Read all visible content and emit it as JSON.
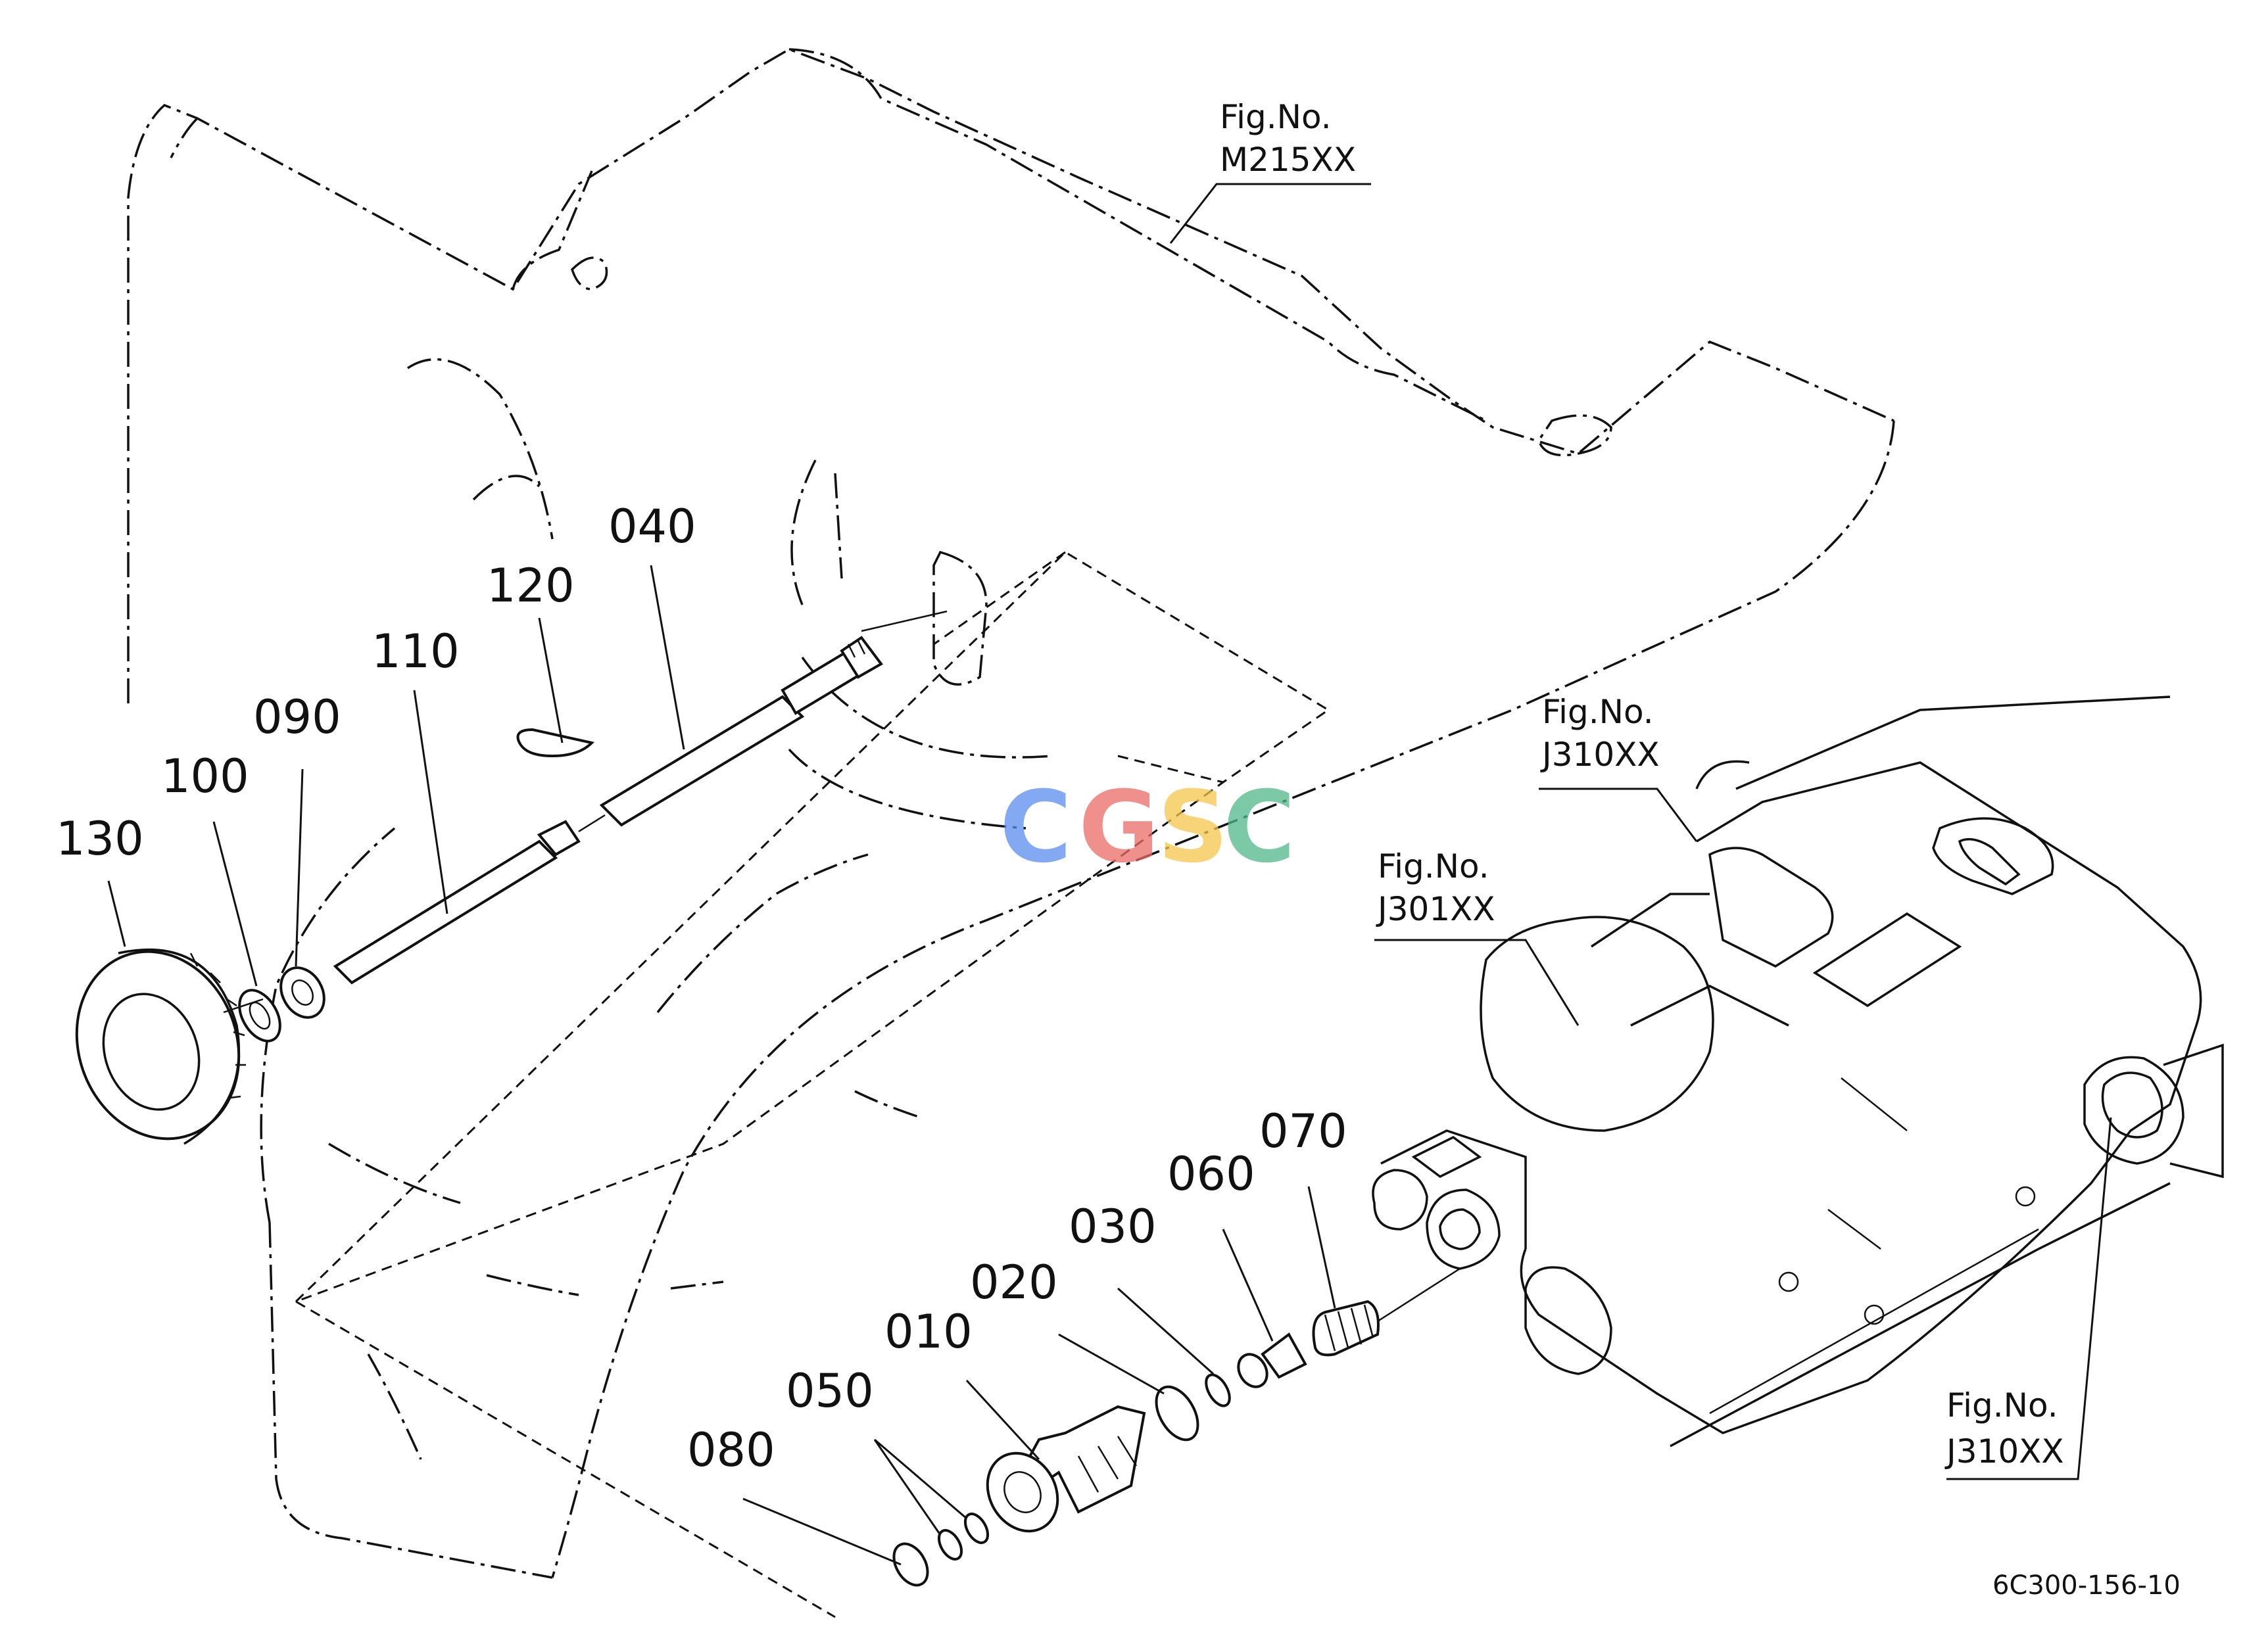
{
  "parts": [
    {
      "id": "040",
      "label": "040"
    },
    {
      "id": "120",
      "label": "120"
    },
    {
      "id": "110",
      "label": "110"
    },
    {
      "id": "090",
      "label": "090"
    },
    {
      "id": "100",
      "label": "100"
    },
    {
      "id": "130",
      "label": "130"
    },
    {
      "id": "070",
      "label": "070"
    },
    {
      "id": "060",
      "label": "060"
    },
    {
      "id": "030",
      "label": "030"
    },
    {
      "id": "020",
      "label": "020"
    },
    {
      "id": "010",
      "label": "010"
    },
    {
      "id": "050",
      "label": "050"
    },
    {
      "id": "080",
      "label": "080"
    }
  ],
  "figure_refs": [
    {
      "prefix": "Fig.No.",
      "code": "M215XX"
    },
    {
      "prefix": "Fig.No.",
      "code": "J310XX"
    },
    {
      "prefix": "Fig.No.",
      "code": "J301XX"
    },
    {
      "prefix": "Fig.No.",
      "code": "J310XX"
    }
  ],
  "watermark": {
    "letters": [
      "C",
      "G",
      "S",
      "C"
    ],
    "colors": [
      "#5b8def",
      "#ea6b66",
      "#f3c64a",
      "#4fb88a"
    ]
  },
  "doc_code": "6C300-156-10"
}
